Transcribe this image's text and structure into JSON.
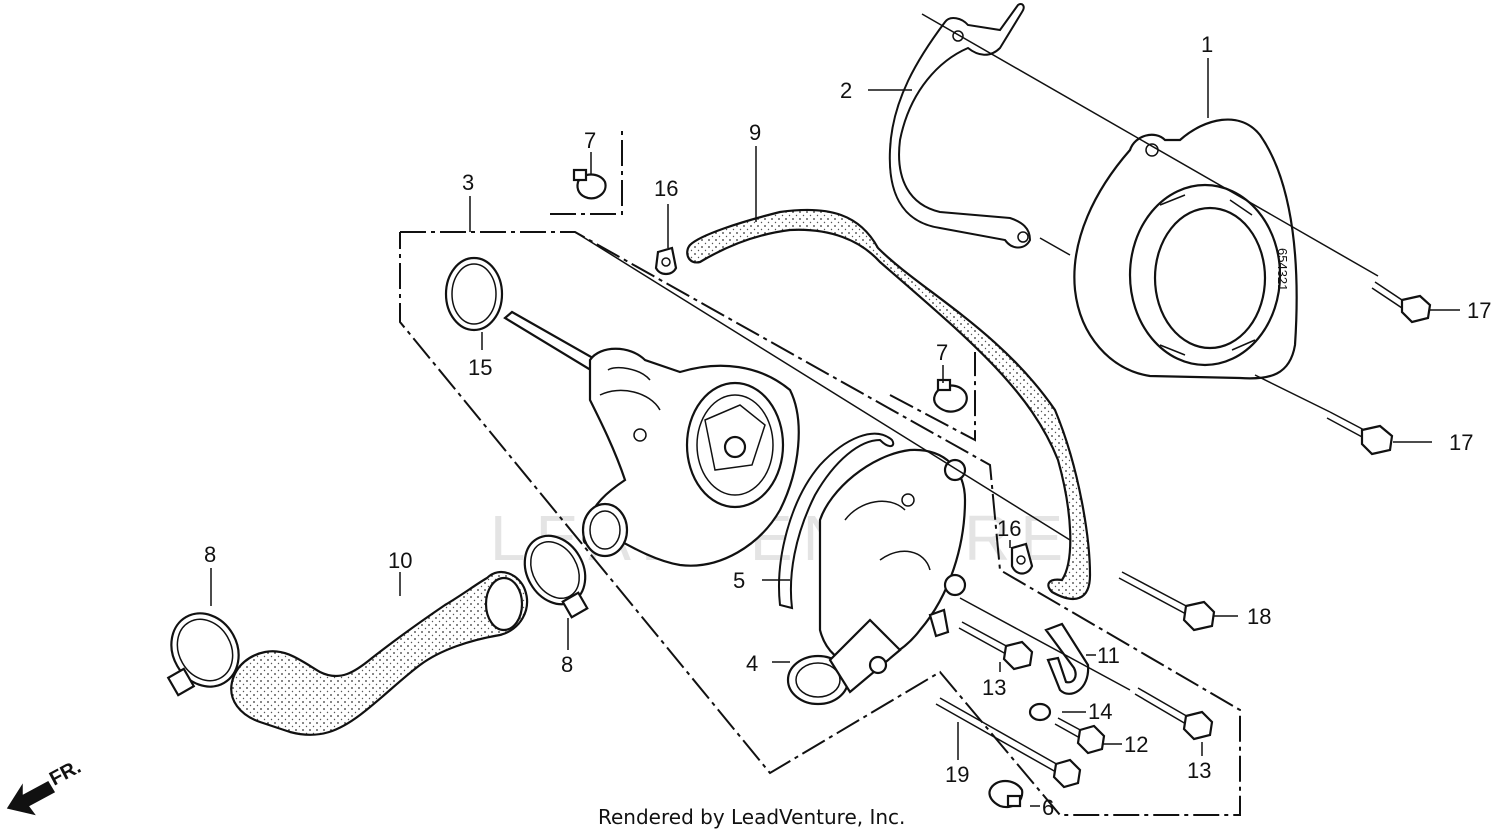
{
  "callouts": {
    "c1": "1",
    "c2": "2",
    "c3": "3",
    "c4": "4",
    "c5": "5",
    "c6": "6",
    "c7a": "7",
    "c7b": "7",
    "c8a": "8",
    "c8b": "8",
    "c9": "9",
    "c10": "10",
    "c11": "11",
    "c12": "12",
    "c13a": "13",
    "c13b": "13",
    "c14": "14",
    "c15": "15",
    "c16a": "16",
    "c16b": "16",
    "c17a": "17",
    "c17b": "17",
    "c18": "18",
    "c19": "19"
  },
  "direction_label": "FR.",
  "watermark": "LEADVENTURE",
  "footer": "Rendered by LeadVenture, Inc.",
  "cover_markings": "654321"
}
